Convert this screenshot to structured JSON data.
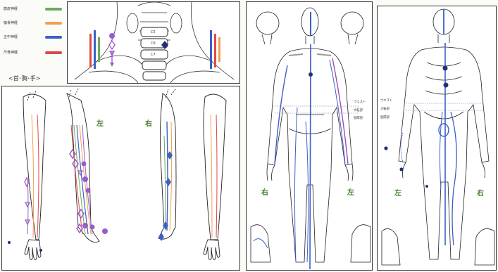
{
  "legend": {
    "items": [
      {
        "label": "筋皮神経",
        "color": "#6aab5a"
      },
      {
        "label": "橈骨神経",
        "color": "#f0a050"
      },
      {
        "label": "正中神経",
        "color": "#3a5fc8"
      },
      {
        "label": "尺骨神経",
        "color": "#e04848"
      }
    ]
  },
  "neck": {
    "vertebrae": [
      "C5",
      "C6",
      "C7"
    ]
  },
  "region_label": "<首･胸･手>",
  "arm_panel": {
    "sides": {
      "left": "左",
      "right": "右"
    }
  },
  "front_body": {
    "sides": {
      "right": "右",
      "left": "左"
    },
    "level_labels": [
      "ウエスト",
      "大転部",
      "股関部"
    ]
  },
  "back_body": {
    "sides": {
      "left": "左",
      "right": "右"
    },
    "level_labels": [
      "ウエスト",
      "大転部",
      "股関部"
    ]
  },
  "colors": {
    "green": "#6aab5a",
    "orange": "#f0a050",
    "blue": "#3a5fc8",
    "red": "#e04848",
    "purple": "#9b5cc8",
    "navy": "#20307a",
    "magenta": "#a04ab0"
  }
}
